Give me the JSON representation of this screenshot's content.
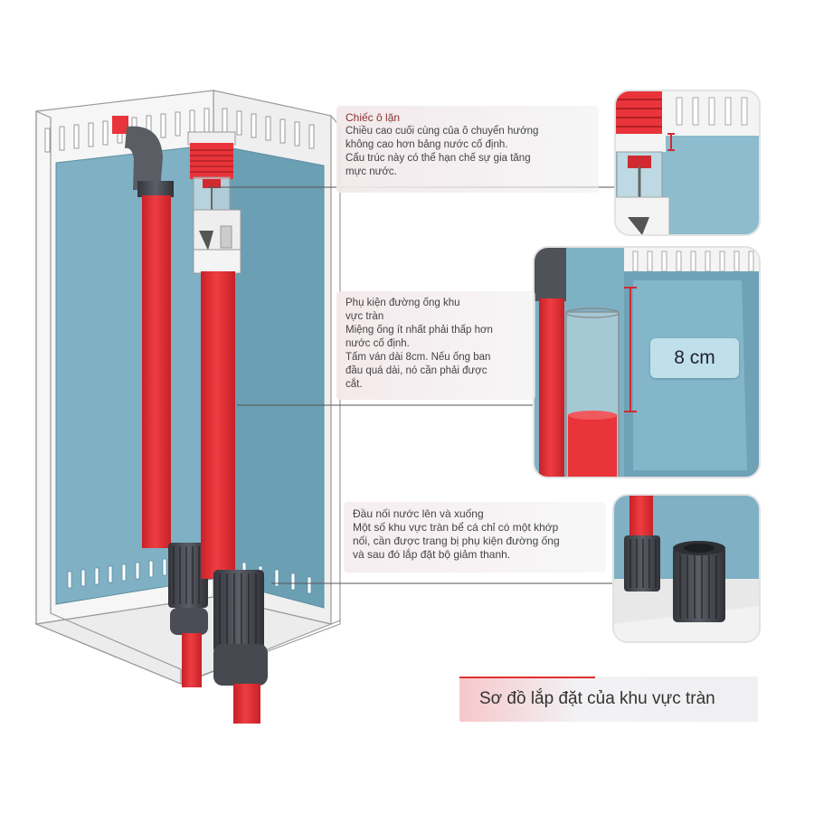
{
  "callouts": {
    "umbrella": {
      "title": "Chiếc ô lặn",
      "lines": [
        "Chiều cao cuối cùng của ô chuyển hướng",
        "không cao hơn bảng nước cố định.",
        "Cấu trúc này có thể hạn chế sự gia tăng",
        "mực nước."
      ]
    },
    "pipe": {
      "title": "Phụ kiện đường ống khu",
      "lines": [
        "vực tràn",
        "Miệng ống ít nhất phải thấp hơn",
        "nước cố định.",
        "Tấm ván dài 8cm. Nếu ống ban",
        "đầu quá dài, nó cần phải được",
        "cắt."
      ]
    },
    "joint": {
      "title": "Đầu nối nước lên và xuống",
      "lines": [
        "Một số khu vực tràn bể cá chỉ có một khớp",
        "nối, cần được trang bị phụ kiện đường ống",
        "và sau đó lắp đặt bộ giảm thanh."
      ]
    }
  },
  "measurement_label": "8 cm",
  "diagram_title": "Sơ đồ lắp đặt của khu vực tràn",
  "colors": {
    "pipe_red": "#e8343a",
    "tank_blue": "#6fa6bd",
    "fitting_gray": "#4a4d55",
    "frame_white": "#f3f3f3"
  }
}
